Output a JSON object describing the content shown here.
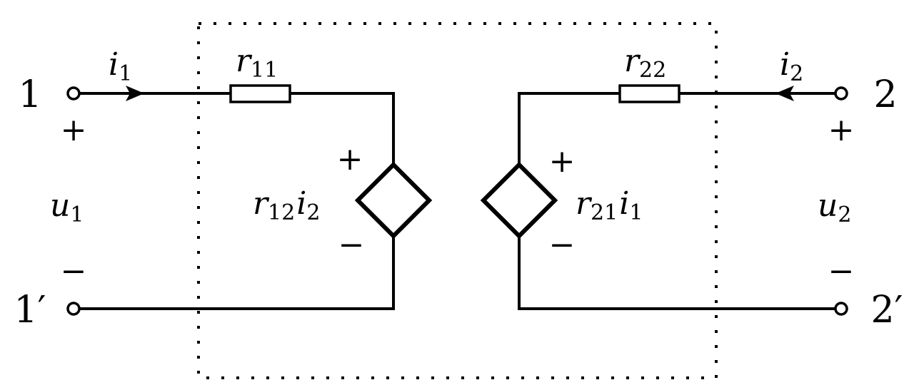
{
  "title": "Two-port network r-parameter equivalent circuit",
  "colors": {
    "wire": "#000000",
    "background": "#ffffff"
  },
  "port1": {
    "terminal_top": "1",
    "terminal_bottom": "1′",
    "plus": "+",
    "minus": "−",
    "voltage": "u",
    "voltage_sub": "1",
    "current": "i",
    "current_sub": "1"
  },
  "port2": {
    "terminal_top": "2",
    "terminal_bottom": "2′",
    "plus": "+",
    "minus": "−",
    "voltage": "u",
    "voltage_sub": "2",
    "current": "i",
    "current_sub": "2"
  },
  "r11": {
    "name": "r",
    "sub": "11"
  },
  "r22": {
    "name": "r",
    "sub": "22"
  },
  "source_left": {
    "coef": "r",
    "coef_sub": "12",
    "var": "i",
    "var_sub": "2",
    "plus": "+",
    "minus": "−"
  },
  "source_right": {
    "coef": "r",
    "coef_sub": "21",
    "var": "i",
    "var_sub": "1",
    "plus": "+",
    "minus": "−"
  }
}
